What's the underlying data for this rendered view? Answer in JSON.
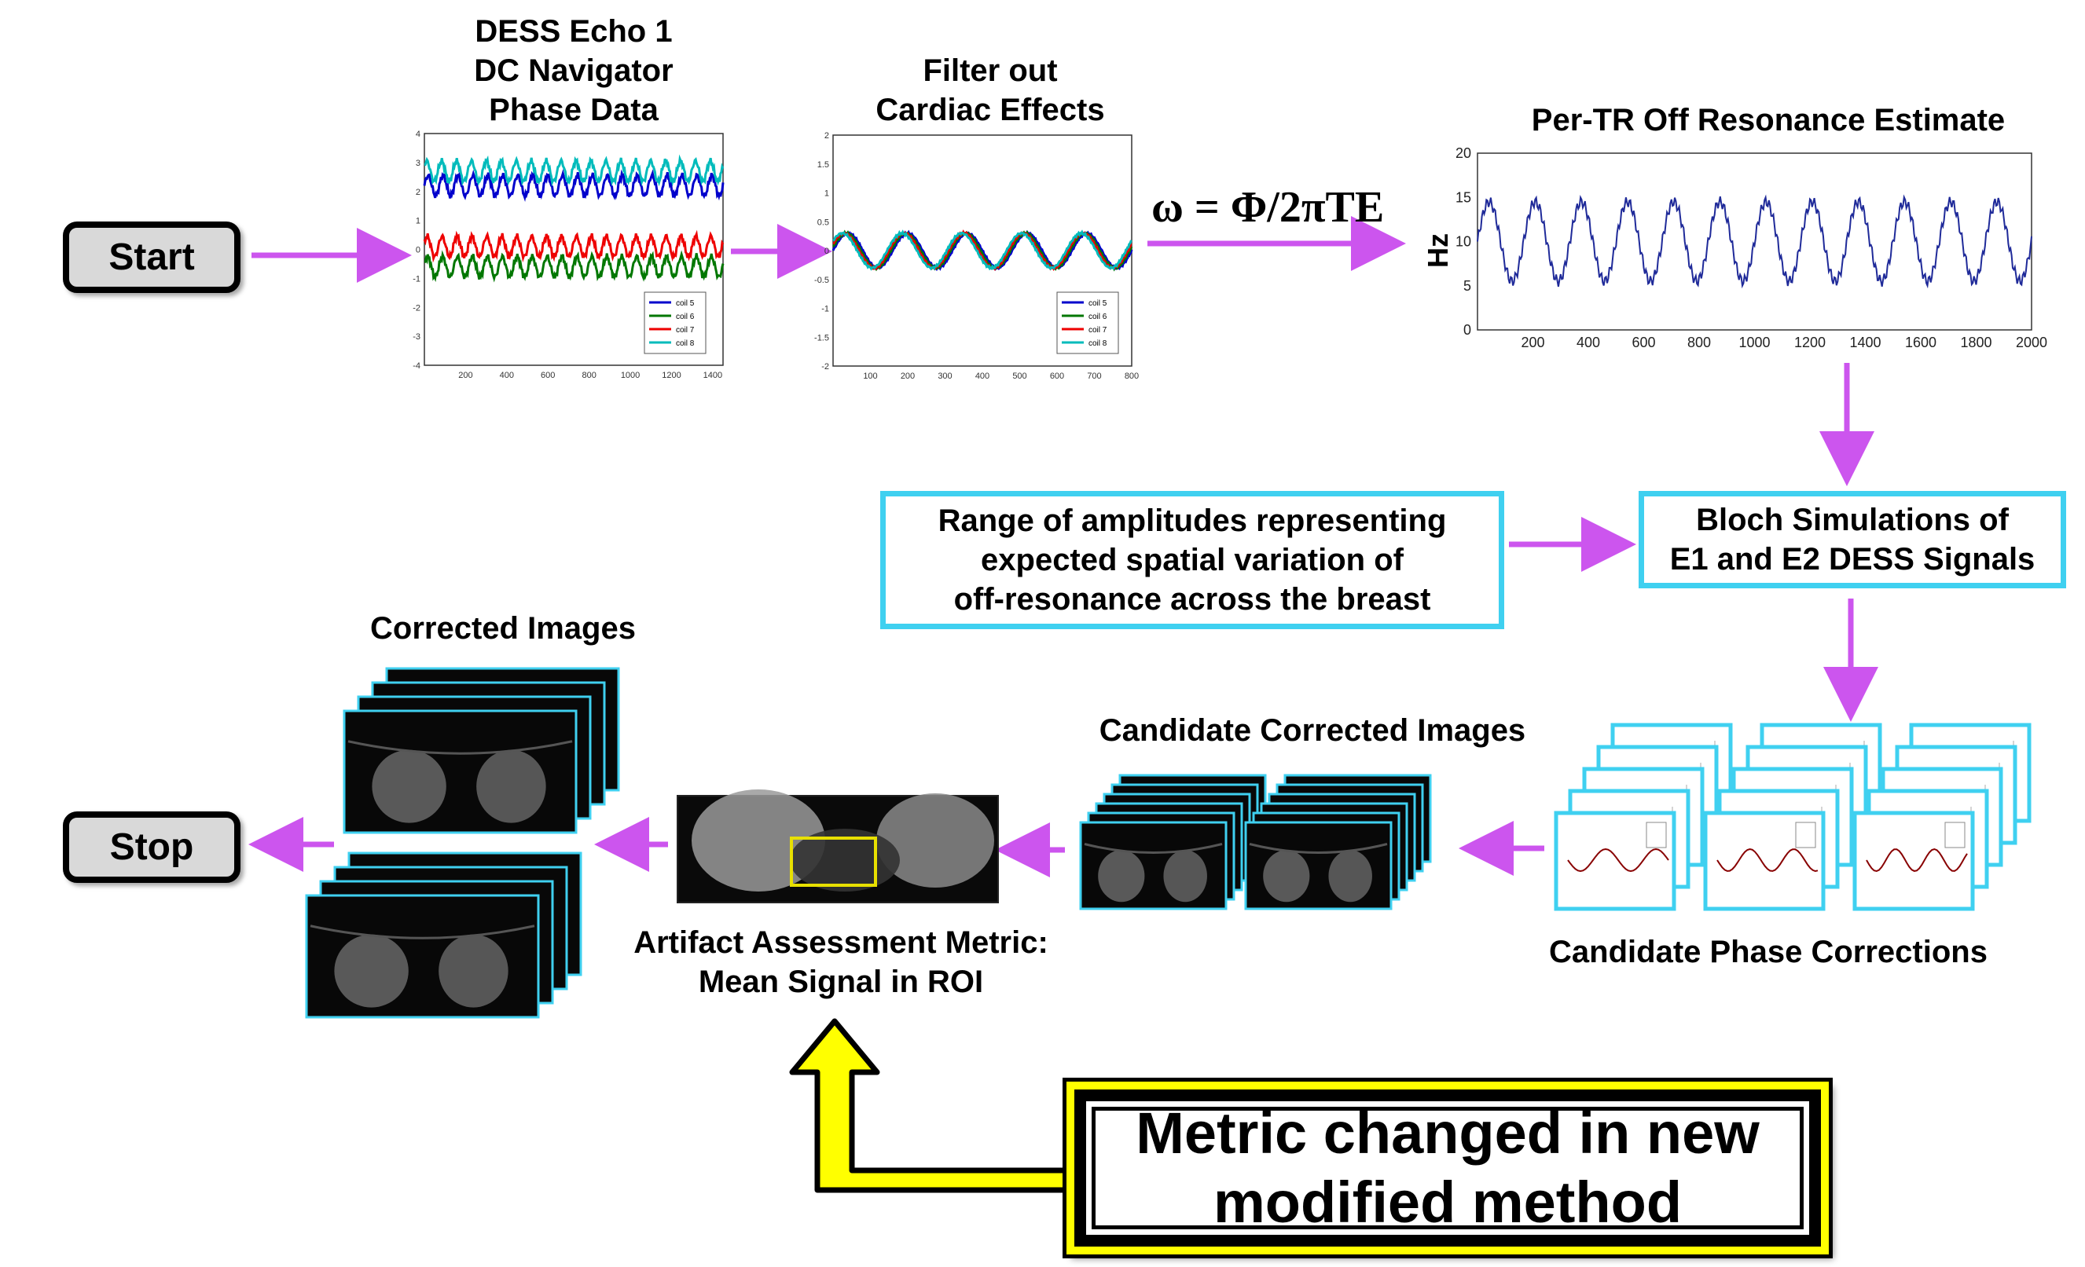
{
  "colors": {
    "arrow": "#cc55ee",
    "box_border": "#3fd0f0",
    "highlight": "#ffff00",
    "terminal_fill": "#d9d9d9",
    "coil5": "#0000cc",
    "coil6": "#007700",
    "coil7": "#ee0000",
    "coil8": "#00bbbb",
    "offres_line": "#1f2a99"
  },
  "terminals": {
    "start": "Start",
    "stop": "Stop"
  },
  "titles": {
    "dess_line1": "DESS Echo 1",
    "dess_line2": "DC Navigator",
    "dess_line3": "Phase Data",
    "filter_line1": "Filter out",
    "filter_line2": "Cardiac Effects",
    "offres": "Per-TR Off Resonance Estimate",
    "corrected": "Corrected Images",
    "candidate_images": "Candidate Corrected Images",
    "candidate_phase": "Candidate Phase Corrections",
    "metric_line1": "Artifact Assessment Metric:",
    "metric_line2": "Mean Signal in ROI"
  },
  "equation": "ω = Φ/2πTE",
  "boxes": {
    "range_line1": "Range of amplitudes representing",
    "range_line2": "expected spatial variation of",
    "range_line3": "off-resonance across the breast",
    "bloch_line1": "Bloch Simulations of",
    "bloch_line2": "E1 and E2 DESS Signals"
  },
  "callout": {
    "line1": "Metric changed in new",
    "line2": "modified method"
  },
  "chart_data": [
    {
      "type": "line",
      "title": "DESS Echo 1 DC Navigator Phase Data",
      "xlim": [
        0,
        1450
      ],
      "ylim": [
        -4,
        4
      ],
      "x_ticks": [
        200,
        400,
        600,
        800,
        1000,
        1200,
        1400
      ],
      "y_ticks": [
        -4,
        -3,
        -2,
        -1,
        0,
        1,
        2,
        3,
        4
      ],
      "legend_position": "bottom-right",
      "series": [
        {
          "name": "coil 5",
          "mean": 2.2,
          "amplitude": 0.35
        },
        {
          "name": "coil 6",
          "mean": -0.6,
          "amplitude": 0.35
        },
        {
          "name": "coil 7",
          "mean": 0.1,
          "amplitude": 0.35
        },
        {
          "name": "coil 8",
          "mean": 2.7,
          "amplitude": 0.35
        }
      ]
    },
    {
      "type": "line",
      "title": "Filter out Cardiac Effects",
      "xlim": [
        0,
        800
      ],
      "ylim": [
        -2,
        2
      ],
      "x_ticks": [
        100,
        200,
        300,
        400,
        500,
        600,
        700,
        800
      ],
      "y_ticks": [
        -2,
        -1.5,
        -1,
        -0.5,
        0,
        0.5,
        1,
        1.5,
        2
      ],
      "legend_position": "bottom-right",
      "series": [
        {
          "name": "coil 5",
          "mean": 0,
          "amplitude": 0.3
        },
        {
          "name": "coil 6",
          "mean": 0,
          "amplitude": 0.3
        },
        {
          "name": "coil 7",
          "mean": 0,
          "amplitude": 0.3
        },
        {
          "name": "coil 8",
          "mean": 0,
          "amplitude": 0.3
        }
      ]
    },
    {
      "type": "line",
      "title": "Per-TR Off Resonance Estimate",
      "ylabel": "Hz",
      "xlim": [
        0,
        2000
      ],
      "ylim": [
        0,
        20
      ],
      "x_ticks": [
        200,
        400,
        600,
        800,
        1000,
        1200,
        1400,
        1600,
        1800,
        2000
      ],
      "y_ticks": [
        0,
        5,
        10,
        15,
        20
      ],
      "series": [
        {
          "name": "",
          "mean": 10,
          "amplitude": 4.5,
          "cycles": 12
        }
      ]
    }
  ]
}
